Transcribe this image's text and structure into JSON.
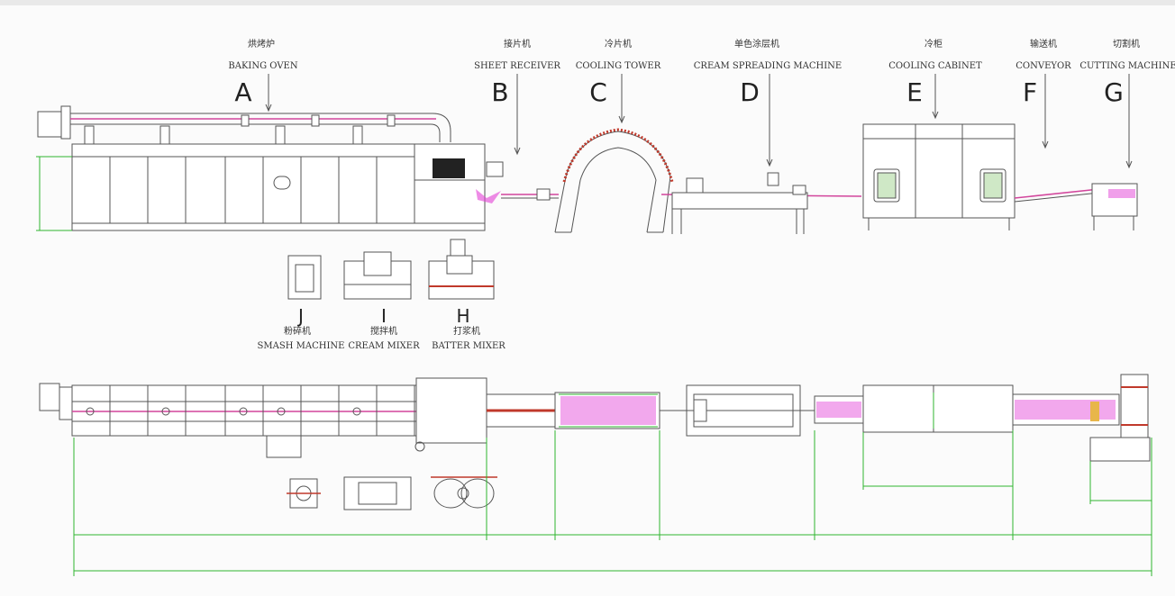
{
  "stations": [
    {
      "letter": "A",
      "cn": "烘烤炉",
      "en": "BAKING OVEN"
    },
    {
      "letter": "B",
      "cn": "接片机",
      "en": "SHEET RECEIVER"
    },
    {
      "letter": "C",
      "cn": "冷片机",
      "en": "COOLING TOWER"
    },
    {
      "letter": "D",
      "cn": "单色涂层机",
      "en": "CREAM SPREADING MACHINE"
    },
    {
      "letter": "E",
      "cn": "冷柜",
      "en": "COOLING CABINET"
    },
    {
      "letter": "F",
      "cn": "输送机",
      "en": "CONVEYOR"
    },
    {
      "letter": "G",
      "cn": "切割机",
      "en": "CUTTING MACHINE"
    }
  ],
  "aux": [
    {
      "letter": "J",
      "cn": "粉碎机",
      "en": "SMASH MACHINE"
    },
    {
      "letter": "I",
      "cn": "搅拌机",
      "en": "CREAM MIXER"
    },
    {
      "letter": "H",
      "cn": "打浆机",
      "en": "BATTER MIXER"
    }
  ],
  "colors": {
    "line": "#555555",
    "pink": "#d2459c",
    "green": "#2fb52f",
    "magenta": "#e23fd6"
  }
}
